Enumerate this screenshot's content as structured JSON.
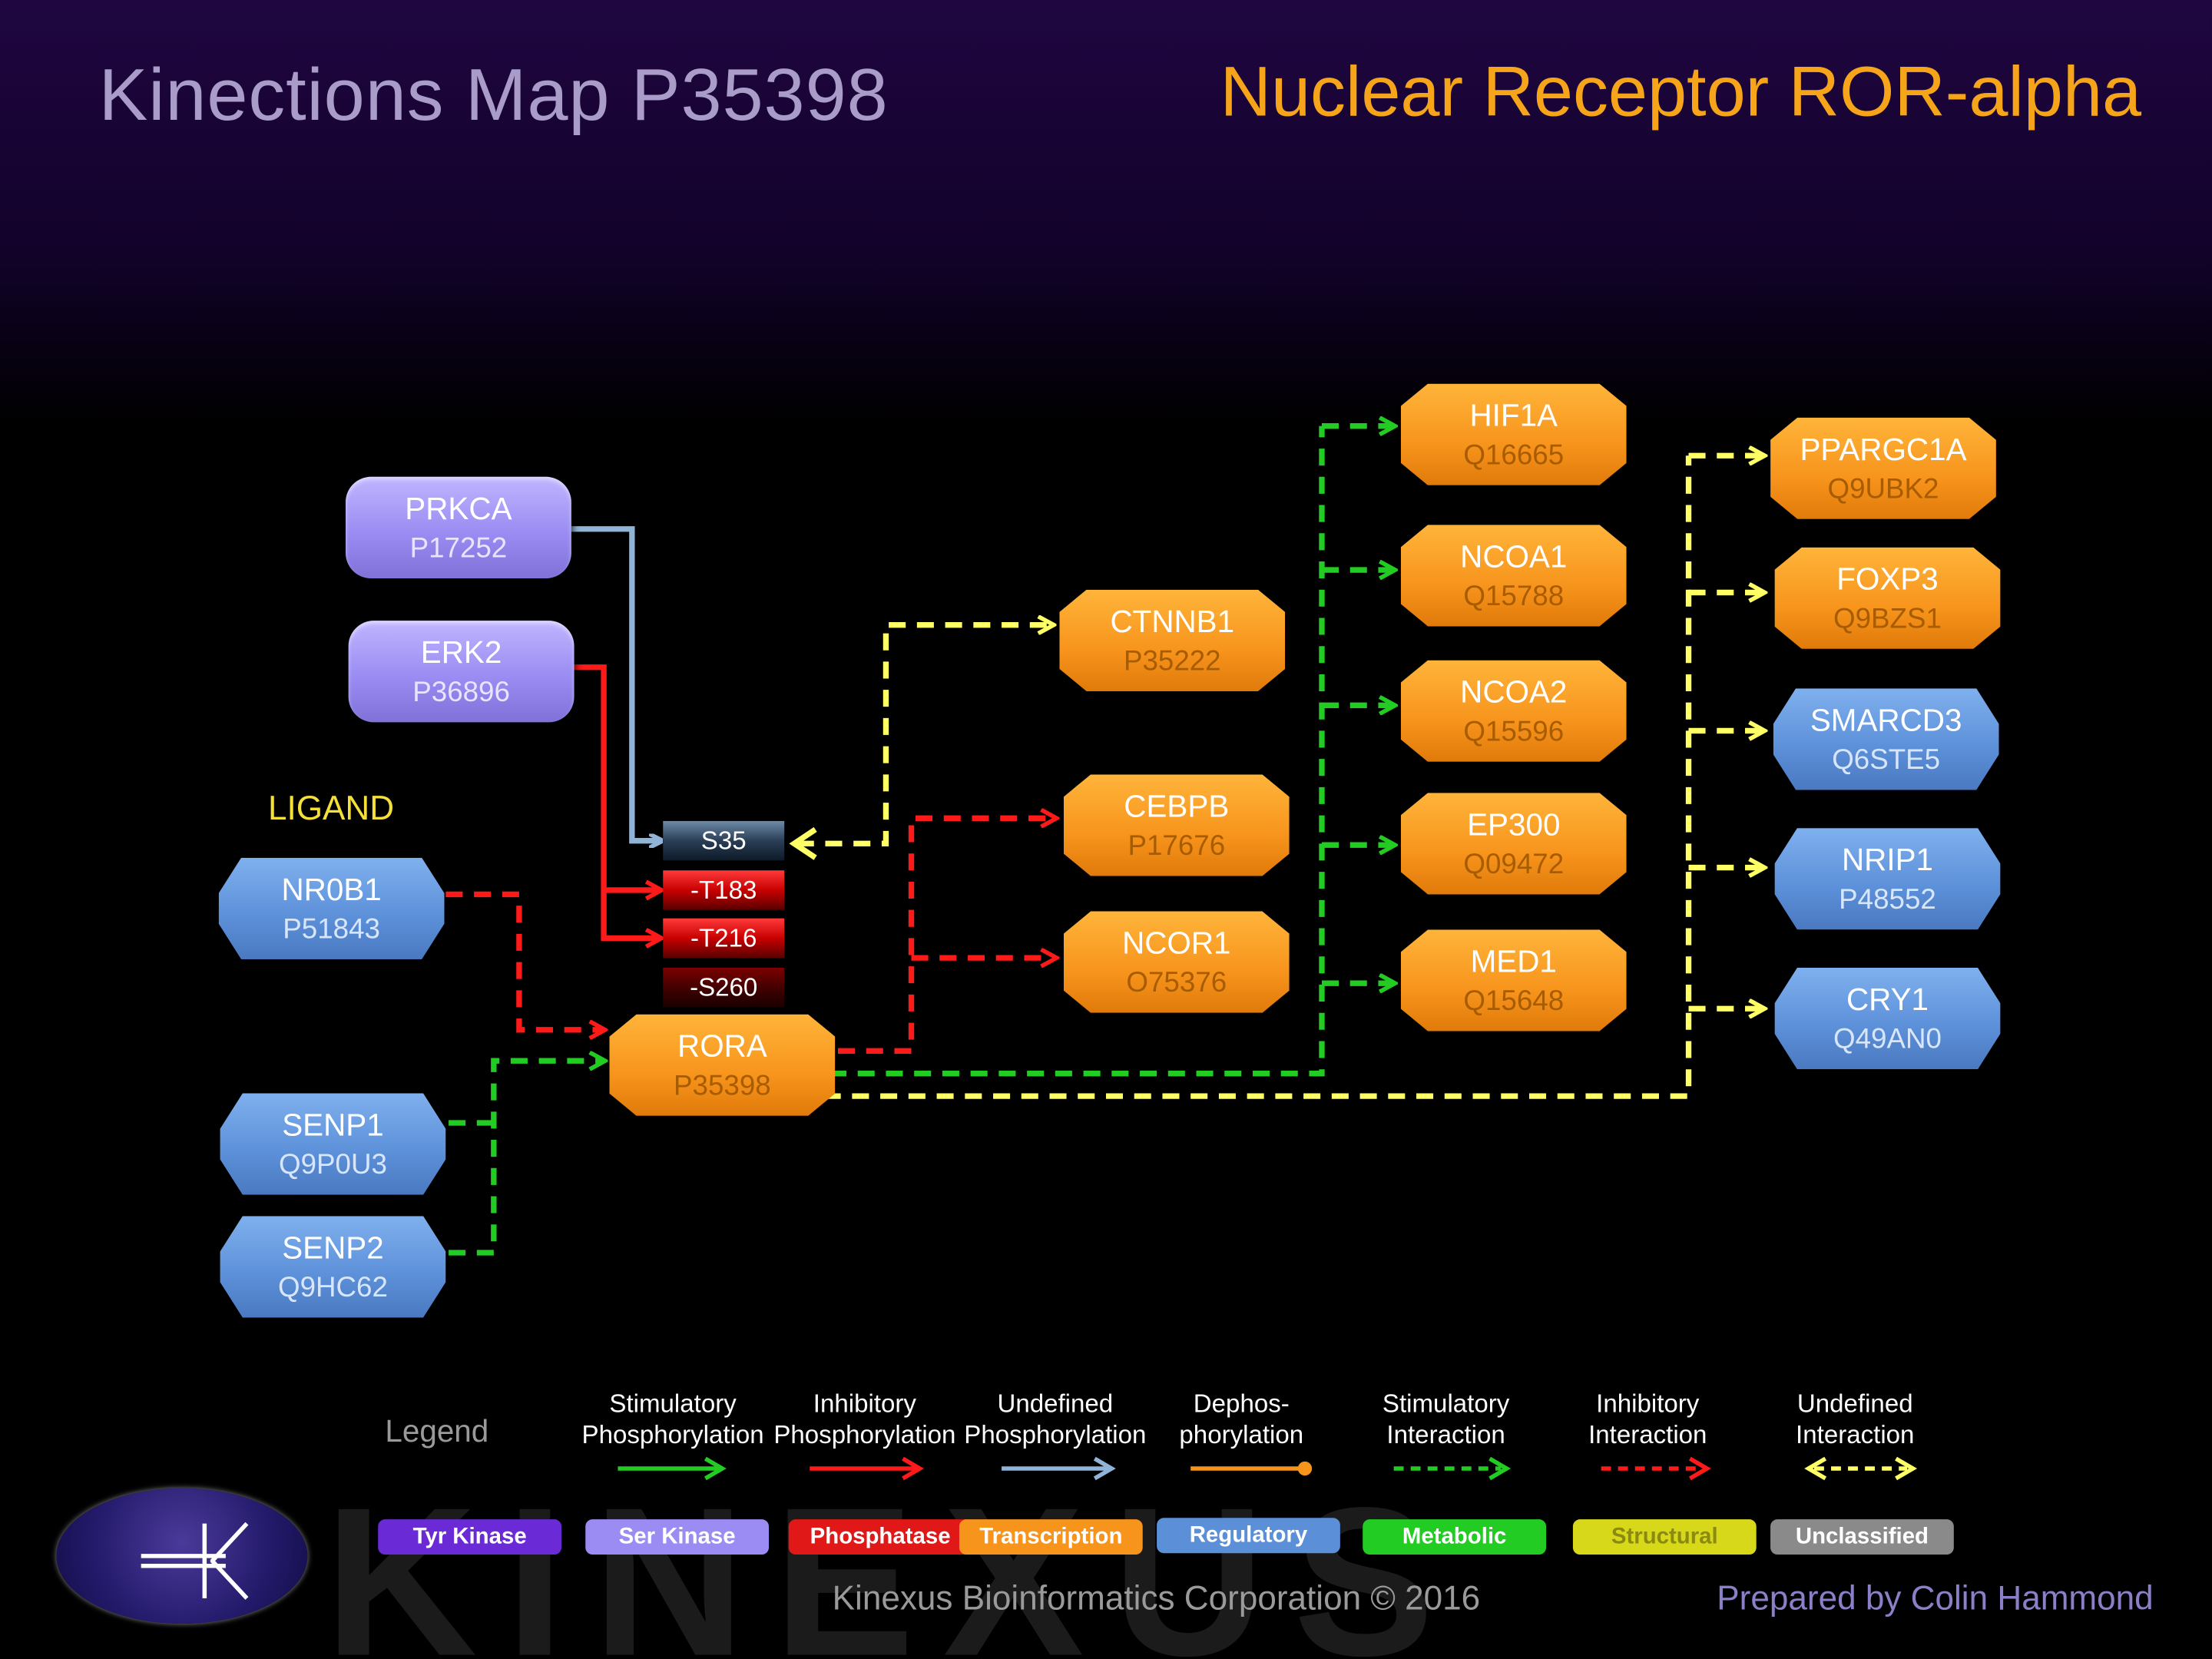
{
  "header": {
    "title": "Kinections Map P35398",
    "subtitle": "Nuclear Receptor  ROR-alpha"
  },
  "ligand_label": "LIGAND",
  "nodes": {
    "prkca": {
      "name": "PRKCA",
      "acc": "P17252"
    },
    "erk2": {
      "name": "ERK2",
      "acc": "P36896"
    },
    "nr0b1": {
      "name": "NR0B1",
      "acc": "P51843"
    },
    "senp1": {
      "name": "SENP1",
      "acc": "Q9P0U3"
    },
    "senp2": {
      "name": "SENP2",
      "acc": "Q9HC62"
    },
    "rora": {
      "name": "RORA",
      "acc": "P35398"
    },
    "ctnnb1": {
      "name": "CTNNB1",
      "acc": "P35222"
    },
    "cebpb": {
      "name": "CEBPB",
      "acc": "P17676"
    },
    "ncor1": {
      "name": "NCOR1",
      "acc": "O75376"
    },
    "hif1a": {
      "name": "HIF1A",
      "acc": "Q16665"
    },
    "ncoa1": {
      "name": "NCOA1",
      "acc": "Q15788"
    },
    "ncoa2": {
      "name": "NCOA2",
      "acc": "Q15596"
    },
    "ep300": {
      "name": "EP300",
      "acc": "Q09472"
    },
    "med1": {
      "name": "MED1",
      "acc": "Q15648"
    },
    "ppargc1a": {
      "name": "PPARGC1A",
      "acc": "Q9UBK2"
    },
    "foxp3": {
      "name": "FOXP3",
      "acc": "Q9BZS1"
    },
    "smarcd3": {
      "name": "SMARCD3",
      "acc": "Q6STE5"
    },
    "nrip1": {
      "name": "NRIP1",
      "acc": "P48552"
    },
    "cry1": {
      "name": "CRY1",
      "acc": "Q49AN0"
    }
  },
  "sites": [
    "S35",
    "-T183",
    "-T216",
    "-S260"
  ],
  "legend": {
    "title": "Legend",
    "items": [
      {
        "line1": "Stimulatory",
        "line2": "Phosphorylation",
        "color": "#22cc22",
        "style": "solid"
      },
      {
        "line1": "Inhibitory",
        "line2": "Phosphorylation",
        "color": "#ff1a1a",
        "style": "solid"
      },
      {
        "line1": "Undefined",
        "line2": "Phosphorylation",
        "color": "#8fb4d8",
        "style": "solid"
      },
      {
        "line1": "Dephos-",
        "line2": "phorylation",
        "color": "#f7941c",
        "style": "dot-end"
      },
      {
        "line1": "Stimulatory",
        "line2": "Interaction",
        "color": "#22cc22",
        "style": "dashed"
      },
      {
        "line1": "Inhibitory",
        "line2": "Interaction",
        "color": "#ff1a1a",
        "style": "dashed"
      },
      {
        "line1": "Undefined",
        "line2": "Interaction",
        "color": "#ffff66",
        "style": "dashed-double"
      }
    ],
    "categories": [
      {
        "label": "Tyr Kinase",
        "color": "#6a2bd6"
      },
      {
        "label": "Ser Kinase",
        "color": "#9a8cf2"
      },
      {
        "label": "Phosphatase",
        "color": "#e01818"
      },
      {
        "label": "Transcription",
        "color": "#f7941c"
      },
      {
        "label": "Regulatory",
        "color": "#5b8fd8"
      },
      {
        "label": "Metabolic",
        "color": "#22cc22"
      },
      {
        "label": "Structural",
        "color": "#d8d81a"
      },
      {
        "label": "Unclassified",
        "color": "#8a8a8a"
      }
    ]
  },
  "footer": {
    "company": "Kinexus Bioinformatics Corporation © 2016",
    "prepared_by": "Prepared by",
    "author": "Colin Hammond"
  },
  "colors": {
    "stimulatory": "#22cc22",
    "inhibitory": "#ff1a1a",
    "undefined_phos": "#8fb4d8",
    "undefined_interaction": "#ffff66",
    "title": "#a99cc9",
    "subtitle": "#f6a51b"
  }
}
